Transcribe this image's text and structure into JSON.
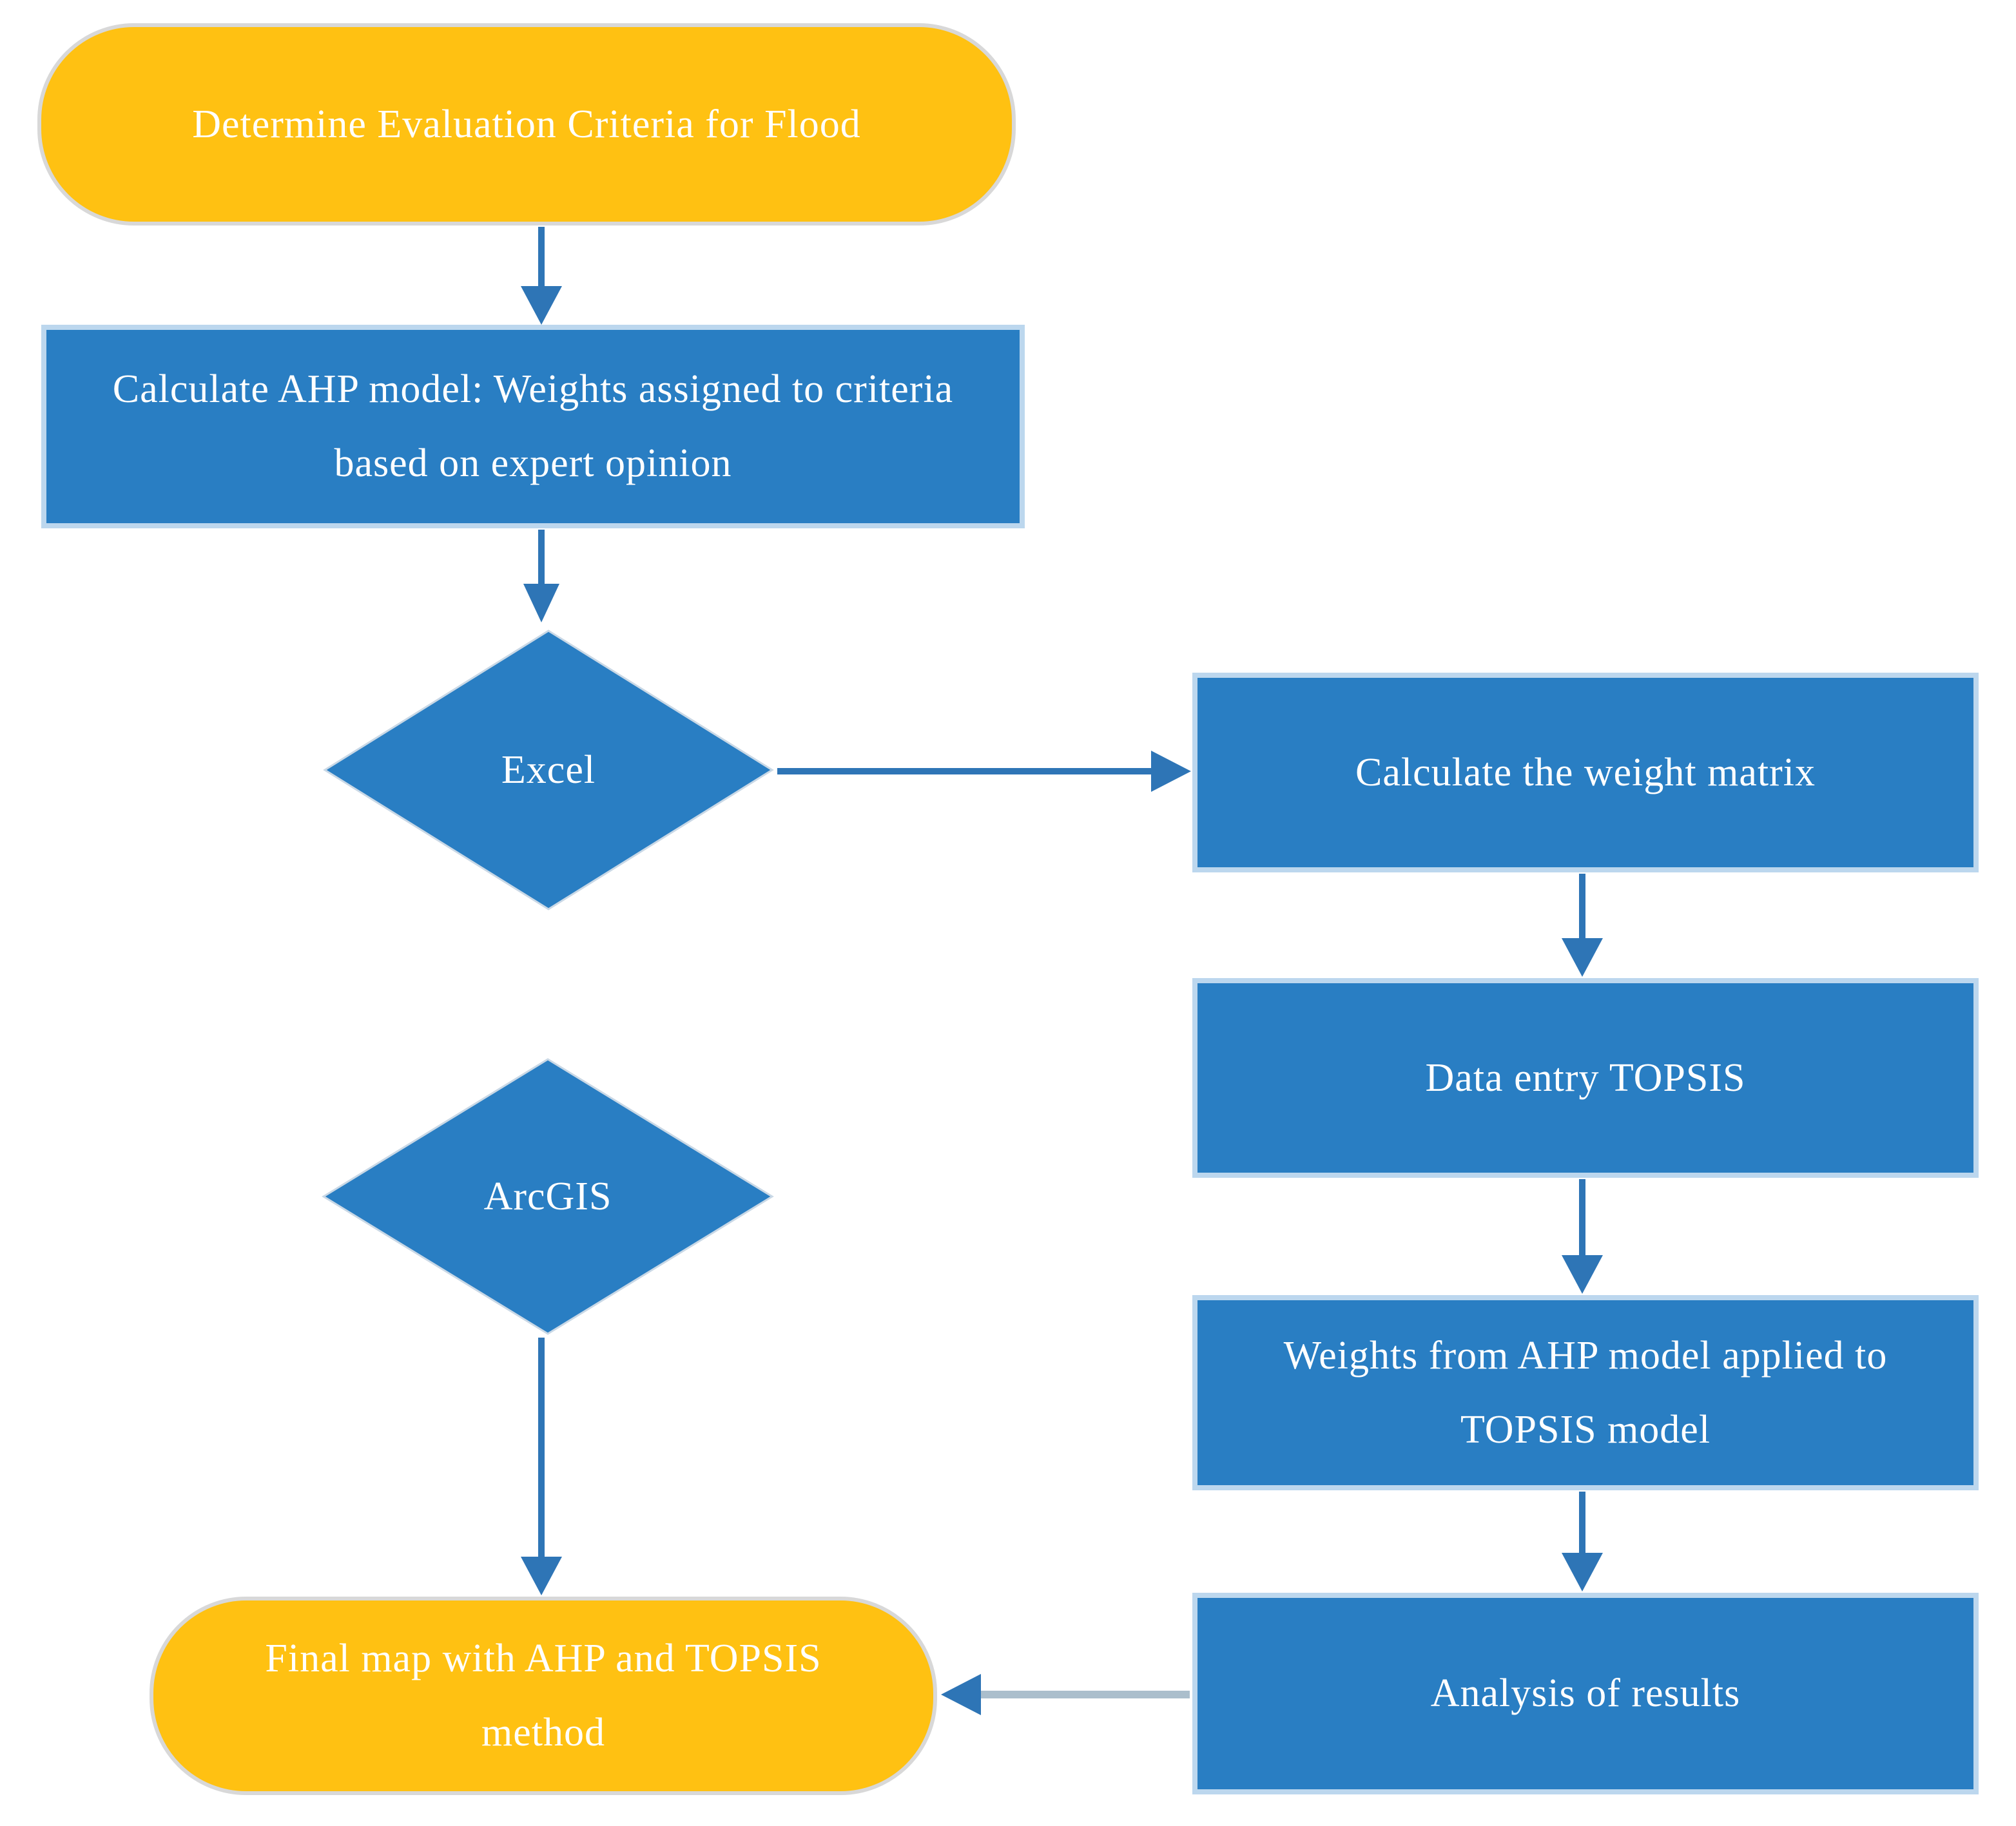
{
  "diagram": {
    "type": "flowchart",
    "title": "Flood evaluation workflow with AHP and TOPSIS",
    "nodes": [
      {
        "id": "start",
        "shape": "terminator",
        "label": "Determine Evaluation Criteria for Flood",
        "fill": "#FFC112",
        "text_color": "#FFFFFF"
      },
      {
        "id": "ahp",
        "shape": "process",
        "label": "Calculate AHP model: Weights assigned to criteria based on expert opinion",
        "fill": "#297EC3",
        "text_color": "#FFFFFF"
      },
      {
        "id": "excel",
        "shape": "decision",
        "label": "Excel",
        "fill": "#297EC3",
        "text_color": "#FFFFFF"
      },
      {
        "id": "weight_matrix",
        "shape": "process",
        "label": "Calculate the weight matrix",
        "fill": "#297EC3",
        "text_color": "#FFFFFF"
      },
      {
        "id": "data_entry",
        "shape": "process",
        "label": "Data entry TOPSIS",
        "fill": "#297EC3",
        "text_color": "#FFFFFF"
      },
      {
        "id": "arcgis",
        "shape": "decision",
        "label": "ArcGIS",
        "fill": "#297EC3",
        "text_color": "#FFFFFF"
      },
      {
        "id": "weights_applied",
        "shape": "process",
        "label": "Weights from AHP model applied to TOPSIS model",
        "fill": "#297EC3",
        "text_color": "#FFFFFF"
      },
      {
        "id": "analysis",
        "shape": "process",
        "label": "Analysis of results",
        "fill": "#297EC3",
        "text_color": "#FFFFFF"
      },
      {
        "id": "final",
        "shape": "terminator",
        "label": "Final map with AHP and TOPSIS method",
        "fill": "#FFC112",
        "text_color": "#FFFFFF"
      }
    ],
    "edges": [
      {
        "from": "start",
        "to": "ahp",
        "direction": "down",
        "line_color": "#2E75B6",
        "head_color": "#2E75B6"
      },
      {
        "from": "ahp",
        "to": "excel",
        "direction": "down",
        "line_color": "#2E75B6",
        "head_color": "#2E75B6"
      },
      {
        "from": "excel",
        "to": "weight_matrix",
        "direction": "right",
        "line_color": "#2E75B6",
        "head_color": "#2E75B6"
      },
      {
        "from": "weight_matrix",
        "to": "data_entry",
        "direction": "down",
        "line_color": "#2E75B6",
        "head_color": "#2E75B6"
      },
      {
        "from": "data_entry",
        "to": "weights_applied",
        "direction": "down",
        "line_color": "#2E75B6",
        "head_color": "#2E75B6"
      },
      {
        "from": "weights_applied",
        "to": "analysis",
        "direction": "down",
        "line_color": "#2E75B6",
        "head_color": "#2E75B6"
      },
      {
        "from": "arcgis",
        "to": "final",
        "direction": "down",
        "line_color": "#2E75B6",
        "head_color": "#2E75B6"
      },
      {
        "from": "analysis",
        "to": "final",
        "direction": "left",
        "line_color": "#ABBECC",
        "head_color": "#2E75B6"
      }
    ],
    "colors": {
      "process_fill": "#297EC3",
      "terminator_fill": "#FFC112",
      "process_border": "#BCD7EE",
      "terminator_border": "#D8D8D8",
      "arrow_blue": "#2E75B6",
      "arrow_gray": "#ABBECC",
      "text": "#FFFFFF",
      "background": "#FFFFFF"
    }
  }
}
